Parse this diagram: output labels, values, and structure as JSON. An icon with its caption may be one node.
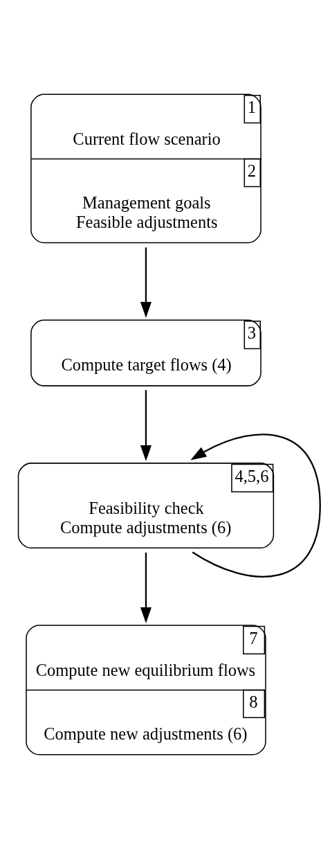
{
  "diagram": {
    "nodes": [
      {
        "text": [
          "1",
          "Current flow scenario",
          "2",
          "Management goals Feasible adjustments"
        ]
      },
      {
        "text": [
          "3",
          "Compute target flows (4)"
        ]
      },
      {
        "text": [
          "4,5,6",
          "Feasibility check Compute adjustments (6)"
        ]
      },
      {
        "text": [
          "7",
          "Compute new equilibrium flows",
          "8",
          "Compute new adjustments (6)"
        ]
      }
    ],
    "edges": [
      {
        "from": 0,
        "to": 1,
        "arrow": "to"
      },
      {
        "from": 1,
        "to": 2,
        "arrow": "to"
      },
      {
        "from": 2,
        "to": 2,
        "arrow": "to"
      },
      {
        "from": 2,
        "to": 3,
        "arrow": "to"
      }
    ]
  }
}
